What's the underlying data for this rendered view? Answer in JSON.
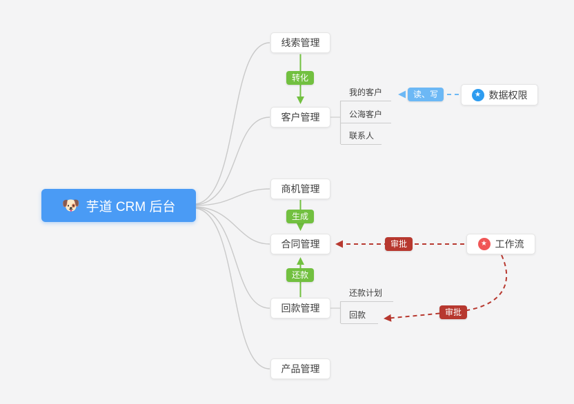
{
  "root": {
    "emoji": "🐶",
    "label": "芋道 CRM 后台"
  },
  "nodes": {
    "leads": "线索管理",
    "customers": "客户管理",
    "opportunities": "商机管理",
    "contracts": "合同管理",
    "receivables": "回款管理",
    "products": "产品管理",
    "my_customers": "我的客户",
    "public_customers": "公海客户",
    "contacts": "联系人",
    "repayment_plan": "还款计划",
    "receivable": "回款",
    "data_permission": "数据权限",
    "workflow": "工作流"
  },
  "badges": {
    "convert": "转化",
    "generate": "生成",
    "repay": "还款",
    "read_write": "读、写",
    "approve_contract": "审批",
    "approve_receivable": "审批"
  },
  "glyphs": {
    "star": "★"
  },
  "icons": {
    "root": "dog-emoji",
    "data_permission": "star-in-blue-circle",
    "workflow": "star-in-red-circle"
  },
  "colors": {
    "root_bg": "#4a9bf5",
    "badge_green": "#72c040",
    "badge_blue": "#6cb8f5",
    "badge_red": "#b7382f",
    "connector_gray": "#c9c9c9"
  }
}
